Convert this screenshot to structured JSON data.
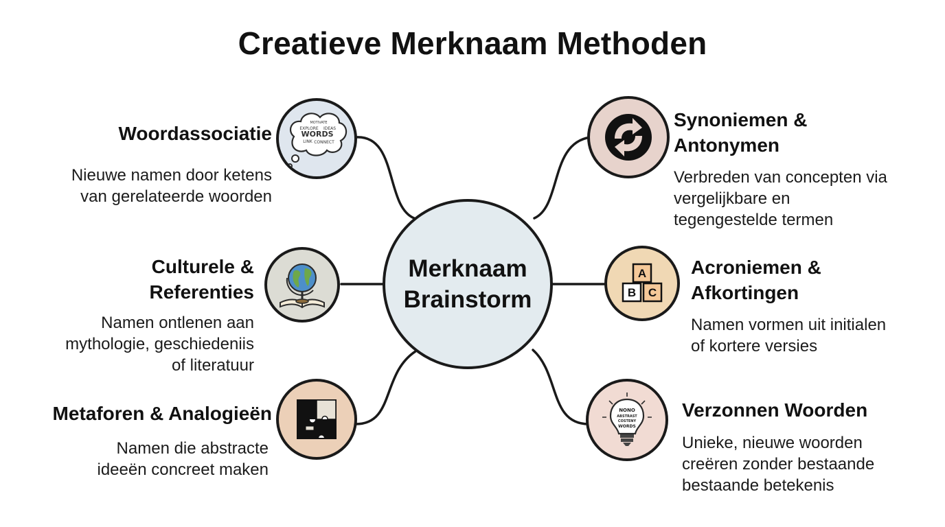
{
  "title": "Creatieve Merknaam Methoden",
  "center": {
    "line1": "Merknaam",
    "line2": "Brainstorm"
  },
  "methods": {
    "woordassociatie": {
      "title": "Woordassociatie",
      "desc": [
        "Nieuwe namen door ketens",
        "van gerelateerde woorden"
      ],
      "icon": "thought-bubble-word-cloud-icon",
      "icon_text": [
        "MOTIVATE",
        "WORDS",
        "EXPLORE",
        "IDEAS",
        "LINK",
        "CONNECT"
      ],
      "color": "#dfe6ee"
    },
    "culturele": {
      "title": [
        "Culturele &",
        "Referenties"
      ],
      "desc": [
        "Namen ontlenen aan",
        "mythologie, geschiedeniis",
        "of literatuur"
      ],
      "icon": "globe-on-book-icon",
      "color": "#dcdcd4"
    },
    "metaforen": {
      "title": "Metaforen & Analogieën",
      "desc": [
        "Namen die abstracte",
        "ideeën concreet maken"
      ],
      "icon": "puzzle-icon",
      "color": "#ecd0b8"
    },
    "synoniemen": {
      "title": [
        "Synoniemen &",
        "Antonymen"
      ],
      "desc": [
        "Verbreden van concepten via",
        "vergelijkbare en",
        "tegengestelde termen"
      ],
      "icon": "circular-arrows-icon",
      "color": "#e7d3cc"
    },
    "acroniemen": {
      "title": [
        "Acroniemen &",
        "Afkortingen"
      ],
      "desc": [
        "Namen vormen uit initialen",
        "of kortere versies"
      ],
      "icon": "abc-blocks-icon",
      "blocks": [
        "A",
        "B",
        "C"
      ],
      "color": "#f0d8b4"
    },
    "verzonnen": {
      "title": "Verzonnen Woorden",
      "desc": [
        "Unieke, nieuwe woorden",
        "creëren zonder bestaande",
        "bestaande betekenis"
      ],
      "icon": "lightbulb-icon",
      "icon_text": [
        "NONO",
        "ABSTRAST",
        "COSTENY",
        "WORDS"
      ],
      "color": "#f1dbd3"
    }
  }
}
